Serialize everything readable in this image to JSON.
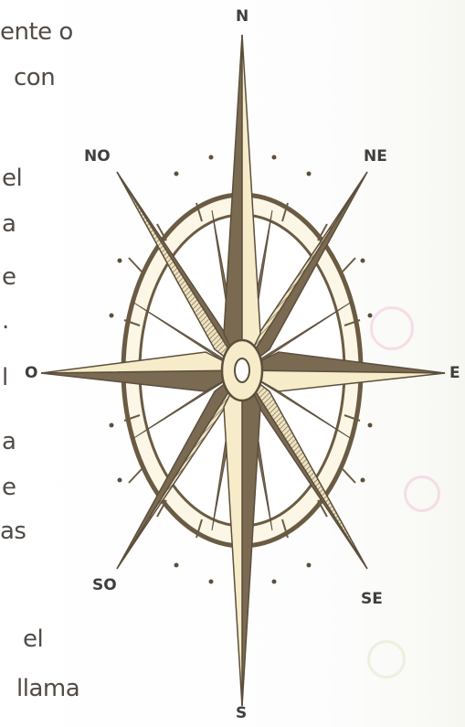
{
  "side_text": [
    "ente o",
    "con",
    "el",
    "a",
    "e",
    ".",
    "l",
    "a",
    "e",
    "as",
    "el",
    "llama"
  ],
  "compass": {
    "north": "N",
    "northeast": "NE",
    "east": "E",
    "southeast": "SE",
    "south": "S",
    "southwest": "SO",
    "west": "O",
    "northwest": "NO"
  },
  "colors": {
    "star_dark": "#7a6a52",
    "star_light": "#f6ecc9",
    "ring": "#6b5b43",
    "text": "#514b46"
  }
}
